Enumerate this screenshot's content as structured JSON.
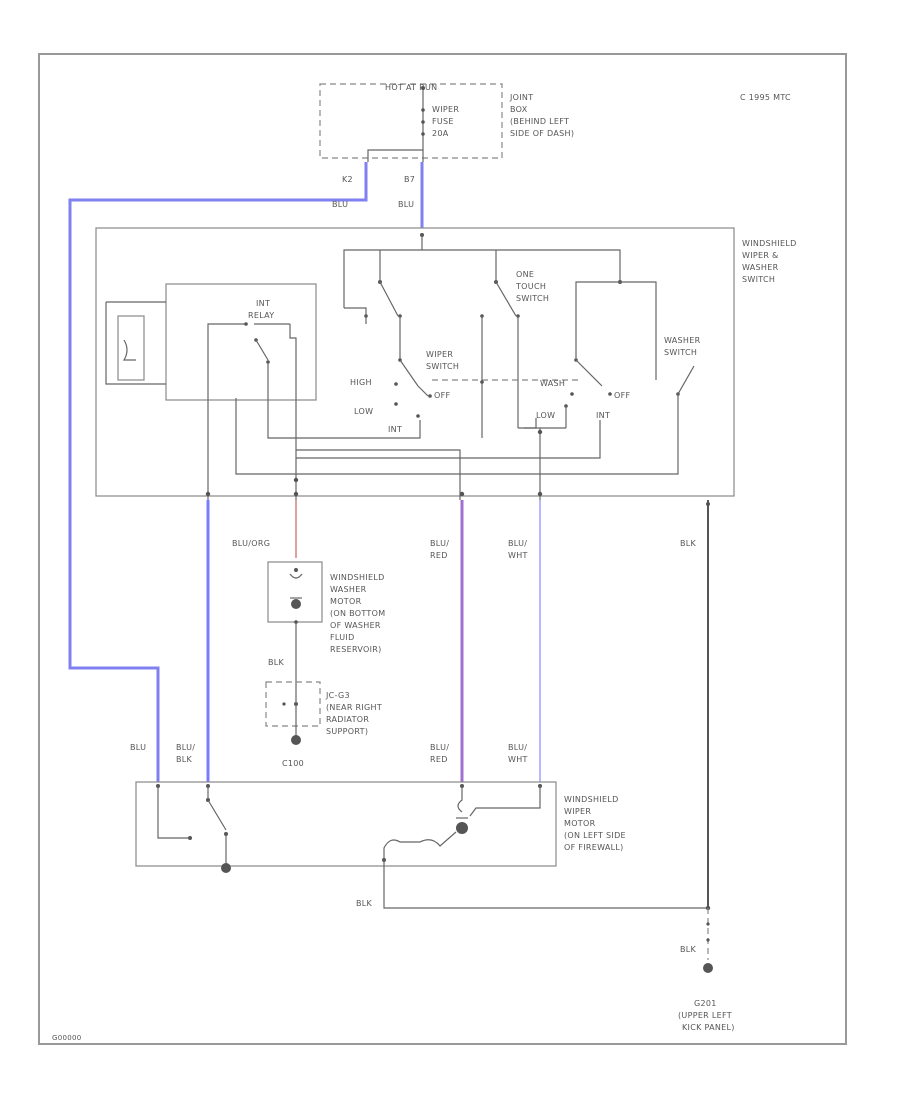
{
  "copyright": "C 1995 MTC",
  "figure_id": "G00000",
  "colors": {
    "blu_wire": "#8080f0",
    "blu_blk_wire": "#7b7bff",
    "blu_red_wire": "#a070d0",
    "blu_wht_wire": "#b8b8ff",
    "blu_org_wire": "#e0a0a0",
    "blk_wire": "#555555"
  },
  "fuse": {
    "top": "HOT AT RUN",
    "label": [
      "WIPER",
      "FUSE",
      "20A"
    ],
    "box": [
      "JOINT",
      "BOX",
      "(BEHIND LEFT",
      "SIDE OF DASH)"
    ],
    "pin_left": "K2",
    "pin_right": "B7"
  },
  "fuse_wires": {
    "left": "BLU",
    "right": "BLU"
  },
  "switch": {
    "title": [
      "WINDSHIELD",
      "WIPER &",
      "WASHER",
      "SWITCH"
    ],
    "int_relay": [
      "INT",
      "RELAY"
    ],
    "one_touch": [
      "ONE",
      "TOUCH",
      "SWITCH"
    ],
    "wiper_switch": [
      "WIPER",
      "SWITCH"
    ],
    "washer_switch": [
      "WASHER",
      "SWITCH"
    ],
    "pos": {
      "high": "HIGH",
      "low": "LOW",
      "int": "INT",
      "off": "OFF",
      "wash": "WASH",
      "low2": "LOW",
      "int2": "INT",
      "off2": "OFF"
    }
  },
  "wires": {
    "blu_org": "BLU/ORG",
    "blu_red": [
      "BLU/",
      "RED"
    ],
    "blu_wht": [
      "BLU/",
      "WHT"
    ],
    "blk": "BLK",
    "blk2": "BLK",
    "blk_bottom": "BLK",
    "blk_ground": "BLK",
    "blu_motor": "BLU",
    "blu_blk_motor": [
      "BLU/",
      "BLK"
    ],
    "blu_red_motor": [
      "BLU/",
      "RED"
    ],
    "blu_wht_motor": [
      "BLU/",
      "WHT"
    ]
  },
  "washer_motor": [
    "WINDSHIELD",
    "WASHER",
    "MOTOR",
    "(ON BOTTOM",
    "OF WASHER",
    "FLUID",
    "RESERVOIR)"
  ],
  "ground_mid": [
    "JC-G3",
    "(NEAR RIGHT",
    "RADIATOR",
    "SUPPORT)"
  ],
  "connector": "C100",
  "wiper_motor": [
    "WINDSHIELD",
    "WIPER",
    "MOTOR",
    "(ON LEFT SIDE",
    "OF FIREWALL)"
  ],
  "ground_bottom": [
    "G201",
    "(UPPER LEFT",
    "KICK PANEL)"
  ]
}
